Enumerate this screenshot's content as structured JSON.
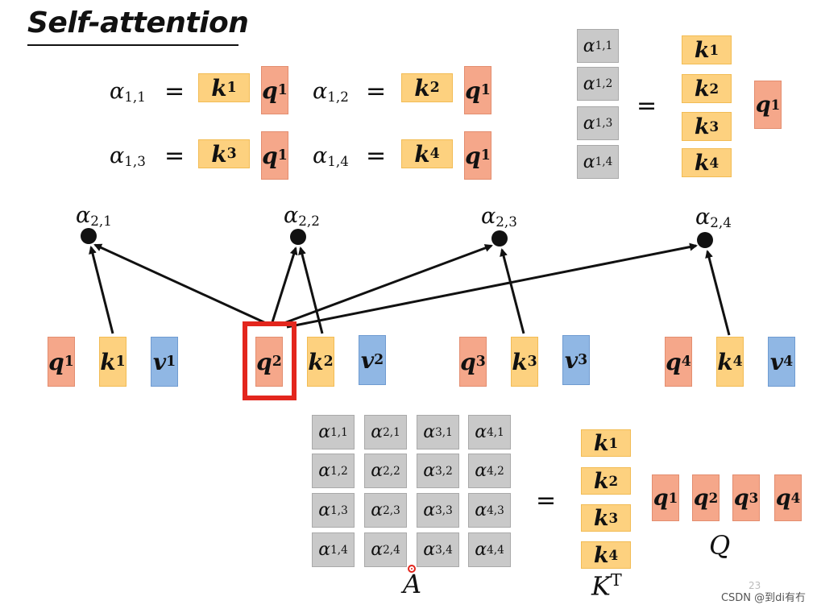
{
  "title": "Self-attention",
  "equations": [
    {
      "alpha": "α",
      "sub": "1,1",
      "op": "=",
      "k": "k",
      "ksup": "1",
      "q": "q",
      "qsup": "1"
    },
    {
      "alpha": "α",
      "sub": "1,2",
      "op": "=",
      "k": "k",
      "ksup": "2",
      "q": "q",
      "qsup": "1"
    },
    {
      "alpha": "α",
      "sub": "1,3",
      "op": "=",
      "k": "k",
      "ksup": "3",
      "q": "q",
      "qsup": "1"
    },
    {
      "alpha": "α",
      "sub": "1,4",
      "op": "=",
      "k": "k",
      "ksup": "4",
      "q": "q",
      "qsup": "1"
    }
  ],
  "column_vector": {
    "alphas": [
      "1,1",
      "1,2",
      "1,3",
      "1,4"
    ],
    "op": "=",
    "keys": [
      "1",
      "2",
      "3",
      "4"
    ],
    "query_sup": "1"
  },
  "attention_nodes": [
    "2,1",
    "2,2",
    "2,3",
    "2,4"
  ],
  "tokens": [
    {
      "q": "1",
      "k": "1",
      "v": "1"
    },
    {
      "q": "2",
      "k": "2",
      "v": "2"
    },
    {
      "q": "3",
      "k": "3",
      "v": "3"
    },
    {
      "q": "4",
      "k": "4",
      "v": "4"
    }
  ],
  "highlighted_query": "q2",
  "matrix_A": {
    "rows": [
      [
        "1,1",
        "2,1",
        "3,1",
        "4,1"
      ],
      [
        "1,2",
        "2,2",
        "3,2",
        "4,2"
      ],
      [
        "1,3",
        "2,3",
        "3,3",
        "4,3"
      ],
      [
        "1,4",
        "2,4",
        "3,4",
        "4,4"
      ]
    ],
    "label": "A"
  },
  "matrix_op": "=",
  "KT": {
    "keys": [
      "1",
      "2",
      "3",
      "4"
    ],
    "label": "K",
    "label_sup": "T"
  },
  "Q": {
    "queries": [
      "1",
      "2",
      "3",
      "4"
    ],
    "label": "Q"
  },
  "symbols": {
    "alpha": "α",
    "k": "k",
    "q": "q",
    "v": "v"
  },
  "page_number": "23",
  "watermark": "CSDN @到di有冇",
  "colors": {
    "key": "#fdd17f",
    "query": "#f5a78a",
    "value": "#90b7e4",
    "alpha": "#c9c9c9",
    "highlight": "#e3261d"
  }
}
